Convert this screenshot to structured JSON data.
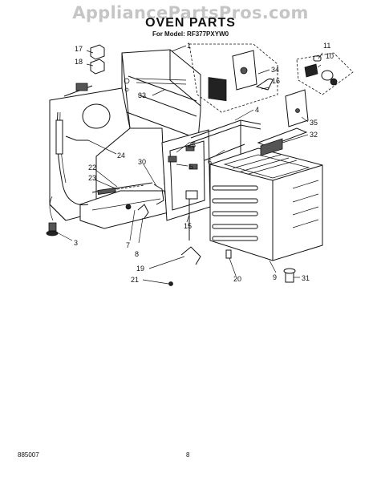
{
  "watermark": "AppliancePartsPros.com",
  "title": "OVEN PARTS",
  "model": "For Model: RF377PXYW0",
  "footer": {
    "code": "885007",
    "page": "8"
  },
  "callouts": [
    "1",
    "3",
    "4",
    "5",
    "6",
    "7",
    "8",
    "9",
    "10",
    "11",
    "15",
    "16",
    "17",
    "18",
    "19",
    "20",
    "21",
    "22",
    "23",
    "24",
    "25",
    "30",
    "31",
    "32",
    "33",
    "34",
    "35"
  ]
}
